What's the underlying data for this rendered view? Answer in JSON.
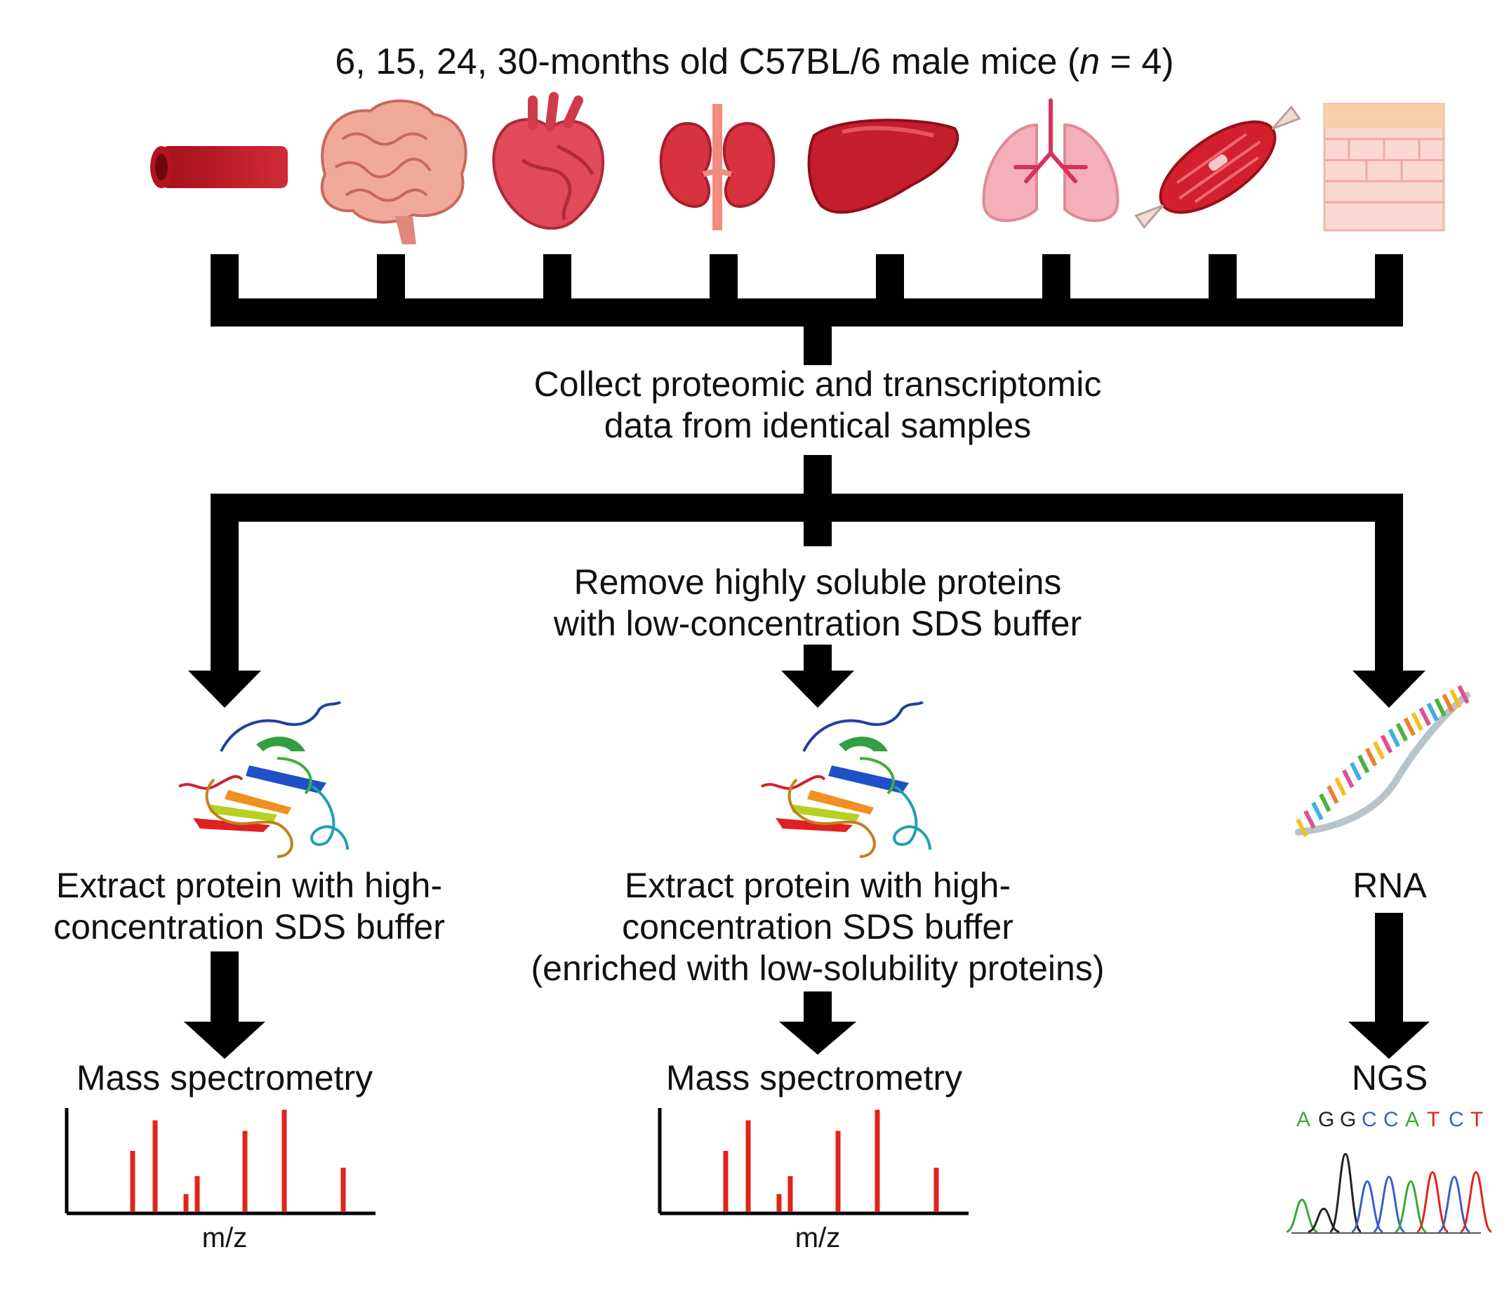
{
  "title": {
    "prefix": "6, 15, 24, 30-months old C57BL/6 male mice (",
    "n_symbol": "n",
    "suffix": " = 4)"
  },
  "tissues": [
    {
      "icon": "blood-vessel-icon"
    },
    {
      "icon": "brain-icon"
    },
    {
      "icon": "heart-icon"
    },
    {
      "icon": "kidney-icon"
    },
    {
      "icon": "liver-icon"
    },
    {
      "icon": "lung-icon"
    },
    {
      "icon": "muscle-icon"
    },
    {
      "icon": "skin-icon"
    }
  ],
  "steps": {
    "collect": [
      "Collect proteomic and transcriptomic",
      "data from identical samples"
    ],
    "remove": [
      "Remove highly soluble proteins",
      "with low-concentration SDS buffer"
    ],
    "extract_left": [
      "Extract protein with high-",
      "concentration SDS buffer"
    ],
    "extract_middle": [
      "Extract protein with high-",
      "concentration SDS buffer",
      "(enriched with low-solubility proteins)"
    ],
    "rna": "RNA",
    "ms_left": "Mass spectrometry",
    "ms_middle": "Mass spectrometry",
    "ngs": "NGS"
  },
  "spectrum": {
    "xlabel": "m/z",
    "peak_color": "#e2231a",
    "peaks": [
      {
        "mz": 0.21,
        "intensity": 0.58
      },
      {
        "mz": 0.29,
        "intensity": 0.87
      },
      {
        "mz": 0.4,
        "intensity": 0.17
      },
      {
        "mz": 0.44,
        "intensity": 0.34
      },
      {
        "mz": 0.61,
        "intensity": 0.77
      },
      {
        "mz": 0.75,
        "intensity": 0.97
      },
      {
        "mz": 0.96,
        "intensity": 0.42
      }
    ]
  },
  "ngs_read": {
    "bases": [
      "A",
      "G",
      "G",
      "C",
      "C",
      "A",
      "T",
      "C",
      "T"
    ],
    "base_colors": {
      "A": "#3aa935",
      "G": "#222222",
      "C": "#3a5fcd",
      "T": "#e2231a"
    }
  },
  "colors": {
    "connector": "#000000",
    "tissue_red": "#c8202e",
    "tissue_pink": "#f2a7a7"
  }
}
